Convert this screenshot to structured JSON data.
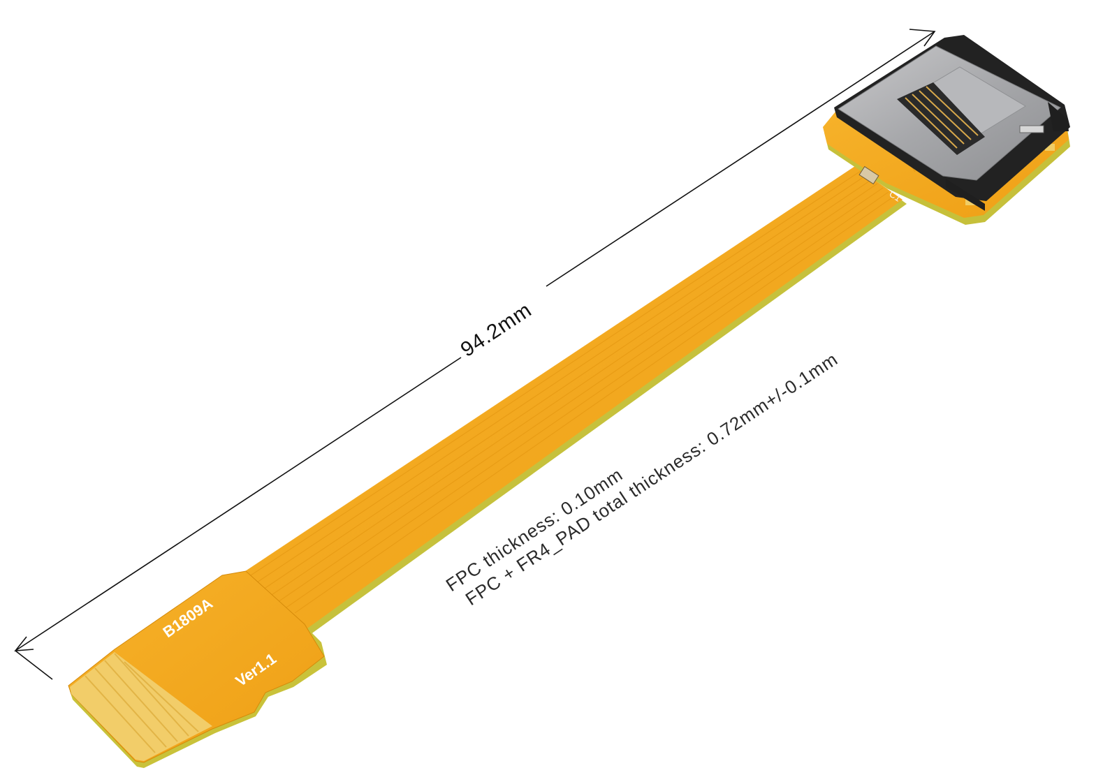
{
  "dimension": {
    "length_label": "94.2mm"
  },
  "notes": {
    "line1": "FPC thickness:  0.10mm",
    "line2": "FPC + FR4_PAD total thickness: 0.72mm+/-0.1mm"
  },
  "silkscreen": {
    "part_number": "B1809A",
    "version": "Ver1.1",
    "component_ref": "C1"
  },
  "colors": {
    "fpc": "#f2a51c",
    "fpc_shadow": "#d38708",
    "gold_contacts": "#f3cf6a",
    "board_edge": "#c9c23a",
    "connector_steel": "#a9aaac",
    "connector_black": "#1d1d1d"
  }
}
